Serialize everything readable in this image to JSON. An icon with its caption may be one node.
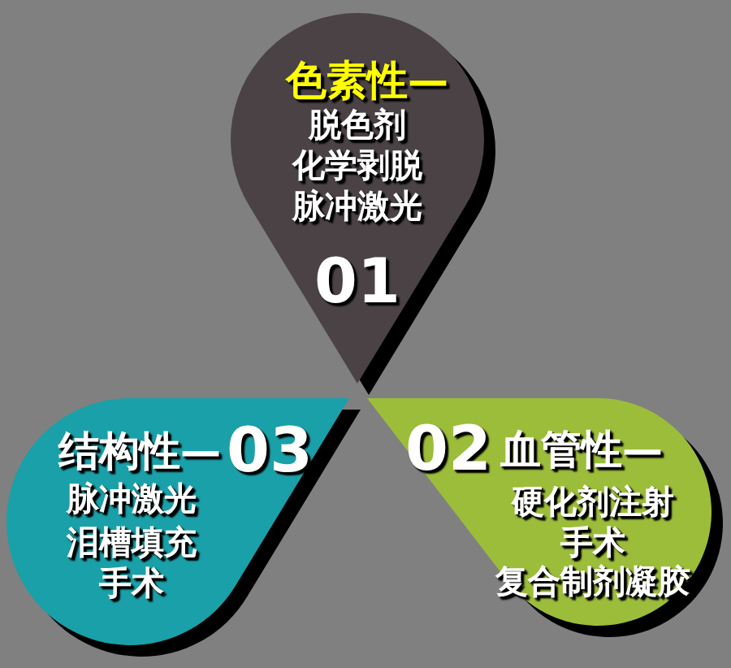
{
  "diagram": {
    "nodes": [
      {
        "text": [
          "色素性—",
          "脱色剂",
          "化学剥脱",
          "脉冲激光",
          "01"
        ]
      },
      {
        "text": [
          "02",
          "血管性—",
          "硬化剂注射",
          "手术",
          "复合制剂凝胶"
        ]
      },
      {
        "text": [
          "结构性—",
          "03",
          "脉冲激光",
          "泪槽填充",
          "手术"
        ]
      }
    ]
  }
}
